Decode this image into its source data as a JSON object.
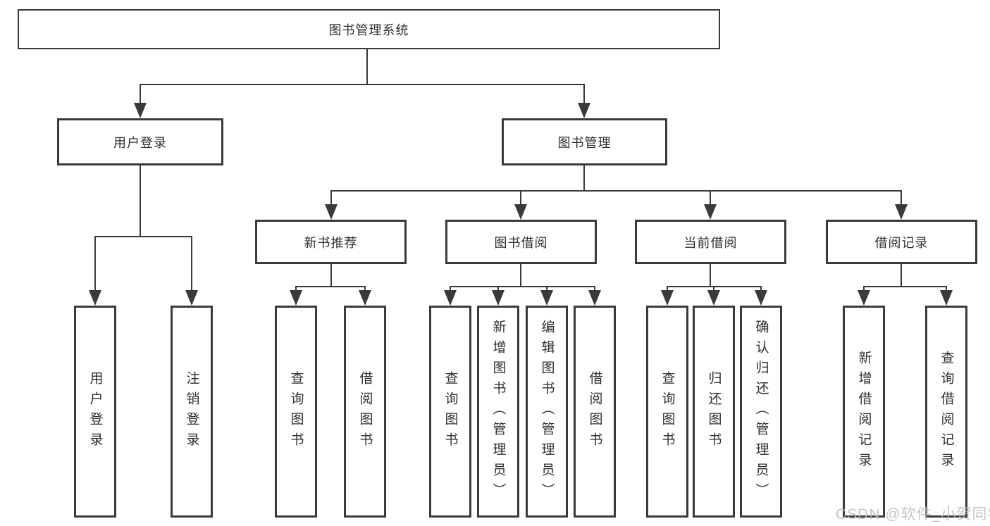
{
  "diagram": {
    "title": "图书管理系统",
    "level2": {
      "user_login": "用户登录",
      "book_mgmt": "图书管理"
    },
    "level3": {
      "new_book_rec": "新书推荐",
      "book_borrow": "图书借阅",
      "current_borrow": "当前借阅",
      "borrow_records": "借阅记录"
    },
    "leaves": {
      "user_login_leaf": "用户登录",
      "logout": "注销登录",
      "rec_query_books": "查询图书",
      "rec_borrow_books": "借阅图书",
      "bb_query_books": "查询图书",
      "bb_add_books": "新增图书（管理员）",
      "bb_edit_books": "编辑图书（管理员）",
      "bb_borrow_books": "借阅图书",
      "cb_query_books": "查询图书",
      "cb_return_books": "归还图书",
      "cb_confirm_return": "确认归还（管理员）",
      "br_add_record": "新增借阅记录",
      "br_query_record": "查询借阅记录"
    },
    "watermark": "CSDN @软件_小贺同学",
    "colors": {
      "line": "#3a3a3a",
      "text": "#2f2f2f",
      "watermark": "#bcbcbc",
      "background": "#ffffff"
    }
  }
}
